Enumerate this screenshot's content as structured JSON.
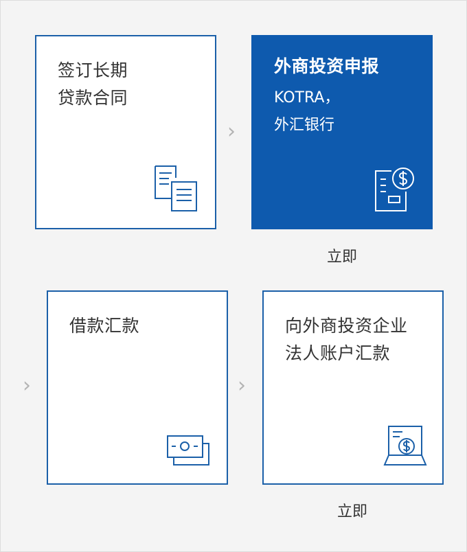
{
  "steps": [
    {
      "title": "签订长期\n贷款合同",
      "icon": "documents-icon"
    },
    {
      "title": "外商投资申报",
      "subtitle": "KOTRA，\n外汇银行",
      "icon": "report-dollar-icon"
    },
    {
      "title": "借款汇款",
      "icon": "banknotes-icon"
    },
    {
      "title": "向外商投资企业\n法人账户汇款",
      "icon": "laptop-dollar-icon"
    }
  ],
  "notes": [
    "立即",
    "立即"
  ],
  "colors": {
    "accent": "#0e5aae",
    "border": "#1a5fa8",
    "arrow": "#b3b3b3"
  }
}
